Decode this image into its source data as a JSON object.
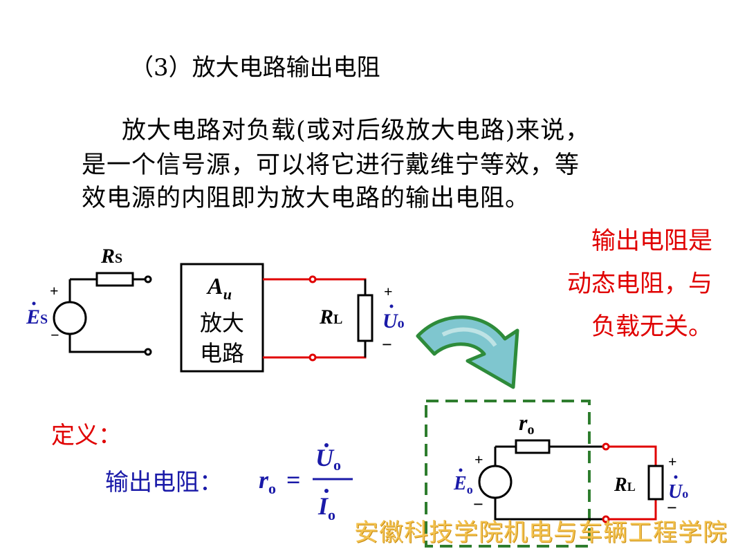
{
  "heading": "（3）放大电路输出电阻",
  "paragraph_lines": [
    "放大电路对负载(或对后级放大电路)来说，",
    "是一个信号源，可以将它进行戴维宁等效，等",
    "效电源的内阻即为放大电路的输出电阻。"
  ],
  "note_lines": [
    "输出电阻是",
    "动态电阻，与",
    "负载无关。"
  ],
  "definition_label": "定义：",
  "formula": {
    "label": "输出电阻：",
    "lhs_main": "r",
    "lhs_sub": "o",
    "equals": "=",
    "numerator_main": "U",
    "numerator_sub": "o",
    "denominator_main": "I",
    "denominator_sub": "o"
  },
  "circuit_top": {
    "source_main": "E",
    "source_sub": "S",
    "resistor_main": "R",
    "resistor_sub": "S",
    "plus": "+",
    "minus": "−",
    "amp_gain_main": "A",
    "amp_gain_sub": "u",
    "amp_line1": "放大",
    "amp_line2": "电路",
    "load_main": "R",
    "load_sub": "L",
    "output_main": "U",
    "output_sub": "o"
  },
  "circuit_equivalent": {
    "resistor_main": "r",
    "resistor_sub": "o",
    "source_main": "E",
    "source_sub": "o",
    "load_main": "R",
    "load_sub": "L",
    "output_main": "U",
    "output_sub": "o",
    "plus": "+",
    "minus": "−"
  },
  "watermark": "安徽科技学院机电与车辆工程学院",
  "colors": {
    "text": "#000000",
    "emphasis_red": "#e00000",
    "symbol_blue": "#1a1aa8",
    "wire_red": "#e00000",
    "dashed_box": "#2e7d2e",
    "arrow_green": "#2e8b3a",
    "watermark": "#f2c14e"
  }
}
